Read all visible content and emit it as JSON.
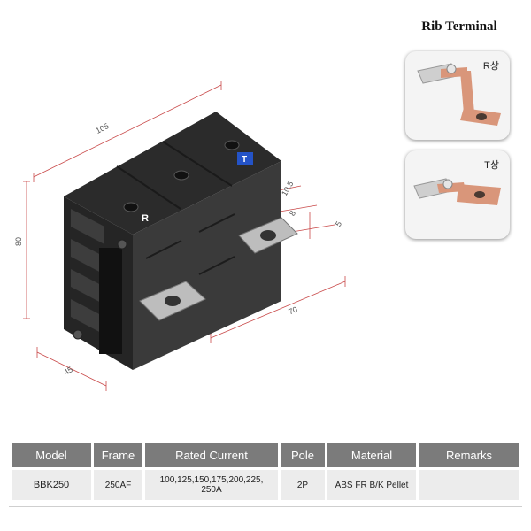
{
  "drawing": {
    "dimensions": {
      "length": "105",
      "height": "80",
      "depth": "45",
      "terminal_pitch": "70",
      "offset_a": "10.5",
      "offset_b": "8",
      "offset_c": "5"
    },
    "phase_labels": {
      "r": "R",
      "t": "T"
    }
  },
  "rib": {
    "title": "Rib Terminal",
    "cards": [
      {
        "phase": "R상"
      },
      {
        "phase": "T상"
      }
    ]
  },
  "spec_table": {
    "headers": [
      "Model",
      "Frame",
      "Rated Current",
      "Pole",
      "Material",
      "Remarks"
    ],
    "row": {
      "model": "BBK250",
      "frame": "250AF",
      "rated_current": "100,125,150,175,200,225, 250A",
      "pole": "2P",
      "material": "ABS FR B/K Pellet",
      "remarks": ""
    }
  },
  "colors": {
    "body": "#2e2e2e",
    "copper": "#d9967a",
    "header_bg": "#7b7b7b",
    "cell_bg": "#ececec",
    "dimension_line": "#c94a4a"
  }
}
